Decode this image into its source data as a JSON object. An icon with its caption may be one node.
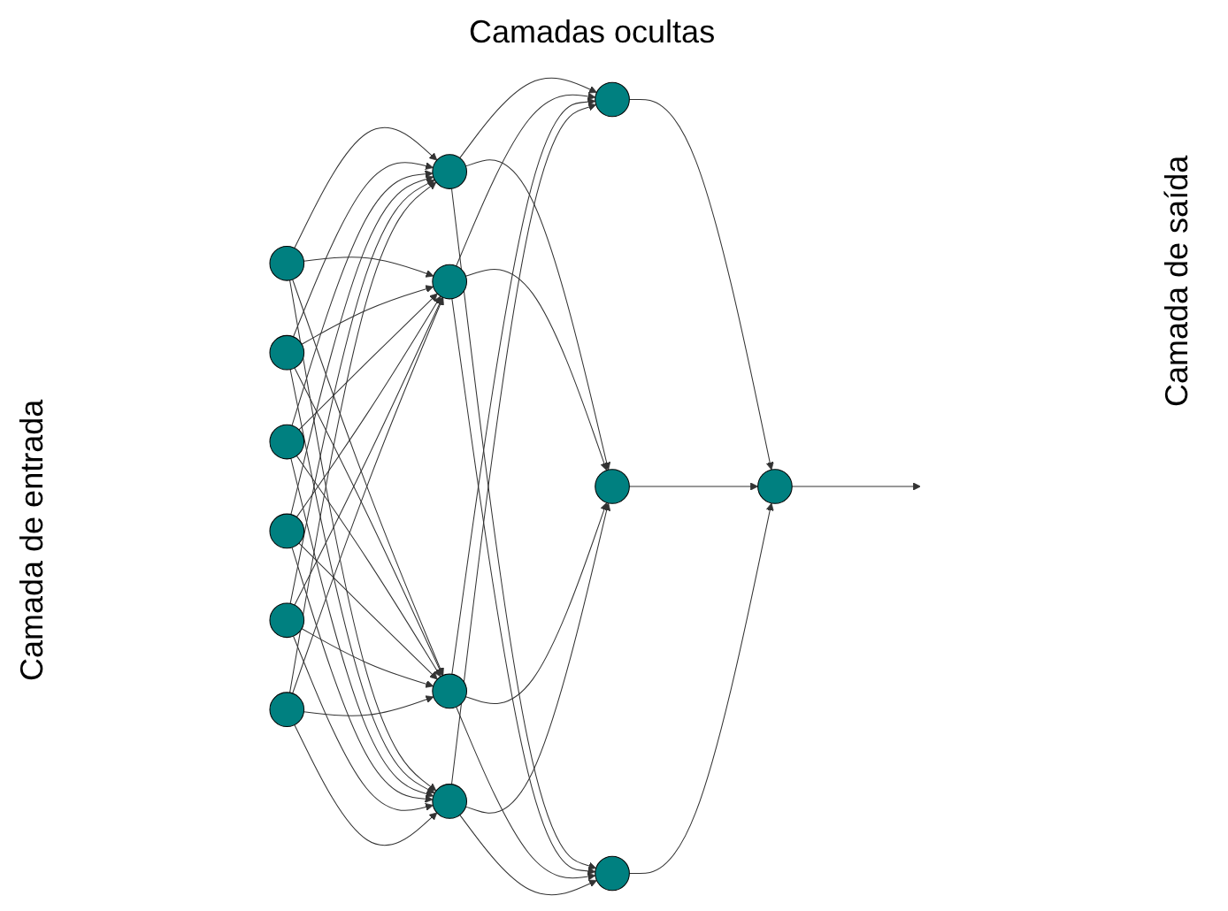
{
  "diagram": {
    "nodes": [
      {
        "text": [],
        "shape": "circle"
      },
      {
        "text": [],
        "shape": "circle"
      },
      {
        "text": [],
        "shape": "circle"
      },
      {
        "text": [],
        "shape": "circle"
      },
      {
        "text": [],
        "shape": "circle"
      },
      {
        "text": [],
        "shape": "circle"
      },
      {
        "text": [],
        "shape": "circle"
      },
      {
        "text": [],
        "shape": "circle"
      },
      {
        "text": [],
        "shape": "circle"
      },
      {
        "text": [],
        "shape": "circle"
      },
      {
        "text": [],
        "shape": "circle"
      },
      {
        "text": [],
        "shape": "circle"
      },
      {
        "text": [],
        "shape": "circle"
      },
      {
        "text": [],
        "shape": "circle"
      }
    ],
    "edges": [
      {
        "from": 0,
        "to": 6,
        "arrow": "to"
      },
      {
        "from": 0,
        "to": 7,
        "arrow": "to"
      },
      {
        "from": 0,
        "to": 8,
        "arrow": "to"
      },
      {
        "from": 0,
        "to": 9,
        "arrow": "to"
      },
      {
        "from": 1,
        "to": 6,
        "arrow": "to"
      },
      {
        "from": 1,
        "to": 7,
        "arrow": "to"
      },
      {
        "from": 1,
        "to": 8,
        "arrow": "to"
      },
      {
        "from": 1,
        "to": 9,
        "arrow": "to"
      },
      {
        "from": 2,
        "to": 6,
        "arrow": "to"
      },
      {
        "from": 2,
        "to": 7,
        "arrow": "to"
      },
      {
        "from": 2,
        "to": 8,
        "arrow": "to"
      },
      {
        "from": 2,
        "to": 9,
        "arrow": "to"
      },
      {
        "from": 3,
        "to": 6,
        "arrow": "to"
      },
      {
        "from": 3,
        "to": 7,
        "arrow": "to"
      },
      {
        "from": 3,
        "to": 8,
        "arrow": "to"
      },
      {
        "from": 3,
        "to": 9,
        "arrow": "to"
      },
      {
        "from": 4,
        "to": 6,
        "arrow": "to"
      },
      {
        "from": 4,
        "to": 7,
        "arrow": "to"
      },
      {
        "from": 4,
        "to": 8,
        "arrow": "to"
      },
      {
        "from": 4,
        "to": 9,
        "arrow": "to"
      },
      {
        "from": 5,
        "to": 6,
        "arrow": "to"
      },
      {
        "from": 5,
        "to": 7,
        "arrow": "to"
      },
      {
        "from": 5,
        "to": 8,
        "arrow": "to"
      },
      {
        "from": 5,
        "to": 9,
        "arrow": "to"
      },
      {
        "from": 6,
        "to": 10,
        "arrow": "to"
      },
      {
        "from": 6,
        "to": 11,
        "arrow": "to"
      },
      {
        "from": 6,
        "to": 12,
        "arrow": "to"
      },
      {
        "from": 7,
        "to": 10,
        "arrow": "to"
      },
      {
        "from": 7,
        "to": 11,
        "arrow": "to"
      },
      {
        "from": 7,
        "to": 12,
        "arrow": "to"
      },
      {
        "from": 8,
        "to": 10,
        "arrow": "to"
      },
      {
        "from": 8,
        "to": 11,
        "arrow": "to"
      },
      {
        "from": 8,
        "to": 12,
        "arrow": "to"
      },
      {
        "from": 9,
        "to": 10,
        "arrow": "to"
      },
      {
        "from": 9,
        "to": 11,
        "arrow": "to"
      },
      {
        "from": 9,
        "to": 12,
        "arrow": "to"
      },
      {
        "from": 10,
        "to": 13,
        "arrow": "to"
      },
      {
        "from": 11,
        "to": 13,
        "arrow": "to"
      },
      {
        "from": 12,
        "to": 13,
        "arrow": "to"
      },
      {
        "from": 13,
        "to": null,
        "arrow": "to"
      }
    ],
    "labels": [
      "Camadas ocultas",
      "Camada de saída",
      "Camada de entrada"
    ]
  }
}
